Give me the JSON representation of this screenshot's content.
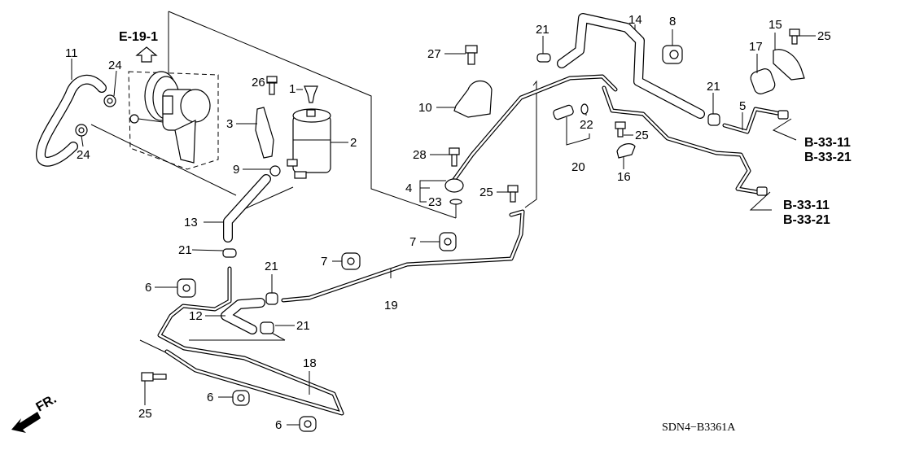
{
  "diagram": {
    "code": "SDN4−B3361A",
    "direction_label": "FR.",
    "references": {
      "pump_ref": "E-19-1",
      "upper_ref_1": "B-33-11",
      "upper_ref_2": "B-33-21",
      "lower_ref_1": "B-33-11",
      "lower_ref_2": "B-33-21"
    },
    "callouts": {
      "c1": "1",
      "c2": "2",
      "c3": "3",
      "c4": "4",
      "c5": "5",
      "c6a": "6",
      "c6b": "6",
      "c6c": "6",
      "c7a": "7",
      "c7b": "7",
      "c8": "8",
      "c9": "9",
      "c10": "10",
      "c11": "11",
      "c12": "12",
      "c13": "13",
      "c14": "14",
      "c15": "15",
      "c16": "16",
      "c17": "17",
      "c18": "18",
      "c19": "19",
      "c20": "20",
      "c21a": "21",
      "c21b": "21",
      "c21c": "21",
      "c21d": "21",
      "c21e": "21",
      "c22": "22",
      "c23": "23",
      "c24a": "24",
      "c24b": "24",
      "c25a": "25",
      "c25b": "25",
      "c25c": "25",
      "c25d": "25",
      "c26": "26",
      "c27": "27",
      "c28": "28"
    }
  }
}
